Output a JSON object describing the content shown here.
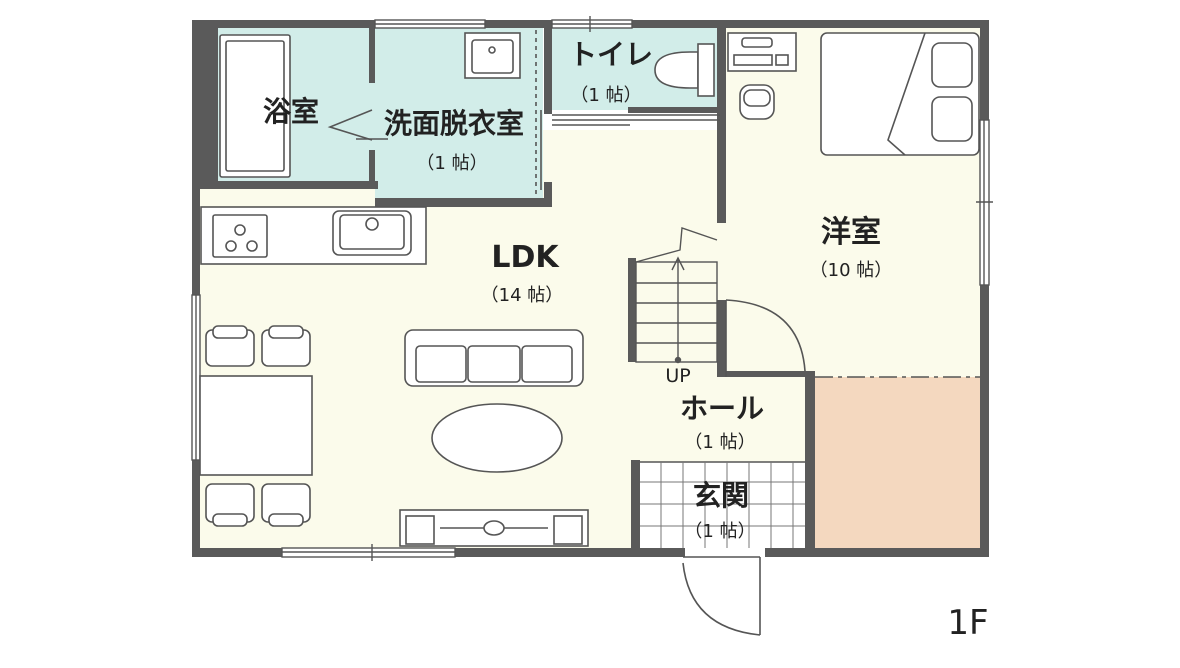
{
  "plan": {
    "floor_label": "1F",
    "colors": {
      "wall": "#5a5a5a",
      "ldk_floor": "#fbfbeb",
      "wet_floor": "#d2ede9",
      "closet_floor": "#f4d8bf",
      "fixture_line": "#555555"
    },
    "rooms": {
      "bath": {
        "name": "浴室"
      },
      "washroom": {
        "name": "洗面脱衣室",
        "size": "（1 帖）"
      },
      "toilet": {
        "name": "トイレ",
        "size": "（1 帖）"
      },
      "ldk": {
        "name": "LDK",
        "size": "（14 帖）"
      },
      "western": {
        "name": "洋室",
        "size": "（10 帖）"
      },
      "hall": {
        "name": "ホール",
        "size": "（1 帖）"
      },
      "entrance": {
        "name": "玄関",
        "size": "（1 帖）"
      }
    },
    "stairs": {
      "direction_label": "UP"
    }
  }
}
